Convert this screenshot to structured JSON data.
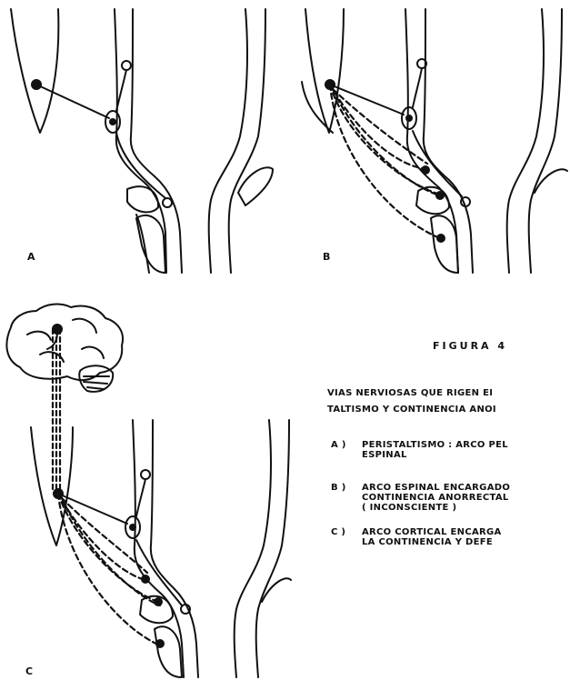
{
  "panels": {
    "a": {
      "label": "A"
    },
    "b": {
      "label": "B"
    },
    "c": {
      "label": "C"
    }
  },
  "caption": {
    "title": "FIGURA   4",
    "line1": "VIAS NERVIOSAS QUE RIGEN EI",
    "line2": "TALTISMO Y CONTINENCIA ANOI",
    "items": [
      {
        "key": "A )",
        "text1": "PERISTALTISMO : ARCO PEL",
        "text2": "ESPINAL",
        "text3": ""
      },
      {
        "key": "B )",
        "text1": "ARCO ESPINAL ENCARGADO",
        "text2": "CONTINENCIA ANORRECTAL",
        "text3": "( INCONSCIENTE )"
      },
      {
        "key": "C )",
        "text1": "ARCO CORTICAL ENCARGA",
        "text2": "LA CONTINENCIA Y DEFE",
        "text3": ""
      }
    ]
  }
}
